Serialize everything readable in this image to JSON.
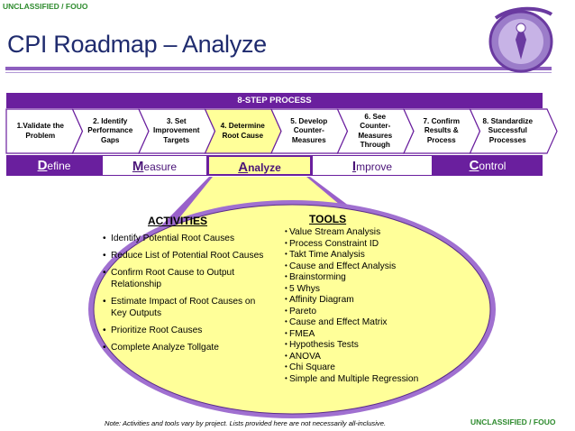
{
  "classification": {
    "top": "UNCLASSIFIED / FOUO",
    "bottom": "UNCLASSIFIED / FOUO"
  },
  "title": "CPI Roadmap – Analyze",
  "process_header": "8-STEP PROCESS",
  "steps": [
    {
      "label": "1.Validate the Problem"
    },
    {
      "label": "2. Identify Performance Gaps"
    },
    {
      "label": "3. Set Improvement Targets"
    },
    {
      "label": "4. Determine Root Cause",
      "highlighted": true
    },
    {
      "label": "5. Develop Counter-Measures"
    },
    {
      "label": "6. See Counter-Measures Through"
    },
    {
      "label": "7. Confirm Results & Process"
    },
    {
      "label": "8. Standardize Successful Processes"
    }
  ],
  "phases": [
    {
      "initial": "D",
      "rest": "efine"
    },
    {
      "initial": "M",
      "rest": "easure"
    },
    {
      "initial": "A",
      "rest": "nalyze",
      "active": true
    },
    {
      "initial": "I",
      "rest": "mprove"
    },
    {
      "initial": "C",
      "rest": "ontrol"
    }
  ],
  "activities": {
    "title": "ACTIVITIES",
    "items": [
      "Identify Potential Root Causes",
      "Reduce List of Potential Root Causes",
      "Confirm Root Cause to Output Relationship",
      "Estimate Impact of  Root Causes on Key Outputs",
      "Prioritize Root Causes",
      "Complete Analyze Tollgate"
    ]
  },
  "tools": {
    "title": "TOOLS",
    "items": [
      "Value Stream Analysis",
      "Process Constraint ID",
      "Takt Time Analysis",
      "Cause and Effect Analysis",
      "Brainstorming",
      "5 Whys",
      "Affinity Diagram",
      "Pareto",
      "Cause and Effect Matrix",
      "FMEA",
      "Hypothesis Tests",
      "ANOVA",
      "Chi Square",
      "Simple and Multiple Regression"
    ]
  },
  "note": "Note:  Activities and tools vary by project.  Lists provided here are not necessarily all-inclusive.",
  "colors": {
    "purple": "#6a1f9e",
    "highlight": "#ffff99",
    "title": "#1f2b6e",
    "classification": "#2e8b2e"
  }
}
